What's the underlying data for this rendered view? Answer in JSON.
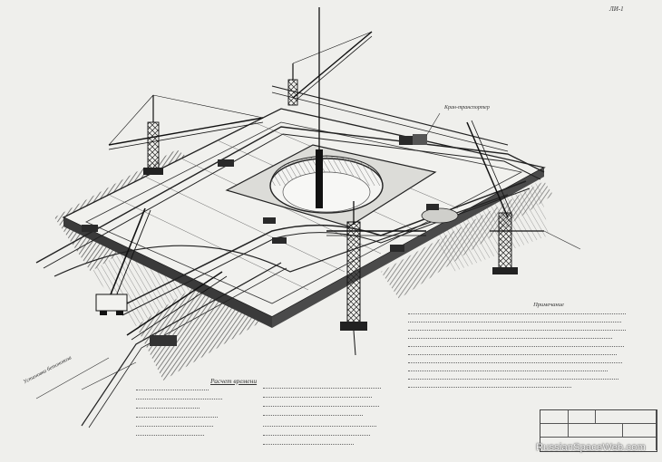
{
  "sheet": {
    "sheet_number": "ЛИ-1",
    "watermark": "RussianSpaceWeb.com",
    "calc_title": "Расчет времени",
    "corner_note": "Установка бетоновоза",
    "note_top_right": "Кран-транспортер",
    "notes_title": "Примечание"
  },
  "style": {
    "paper": "#efefec",
    "ink": "#2b2b2b",
    "shade": "#555555"
  }
}
